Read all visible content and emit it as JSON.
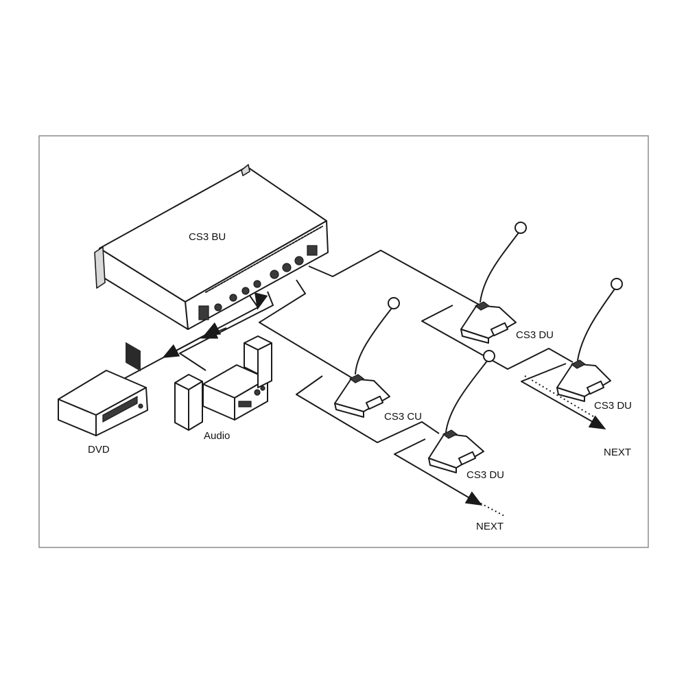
{
  "labels": {
    "base_unit": "CS3 BU",
    "dvd": "DVD",
    "audio": "Audio",
    "chairman_unit": "CS3 CU",
    "delegate_unit_a": "CS3 DU",
    "delegate_unit_b": "CS3 DU",
    "delegate_unit_c": "CS3 DU",
    "next_a": "NEXT",
    "next_b": "NEXT"
  },
  "colors": {
    "line": "#1a1a1a",
    "frame": "#8a8a8a",
    "background": "#ffffff"
  },
  "icons": [
    "base-unit-icon",
    "dvd-player-icon",
    "audio-amplifier-icon",
    "speaker-icon",
    "gooseneck-microphone-icon",
    "arrow-icon"
  ]
}
